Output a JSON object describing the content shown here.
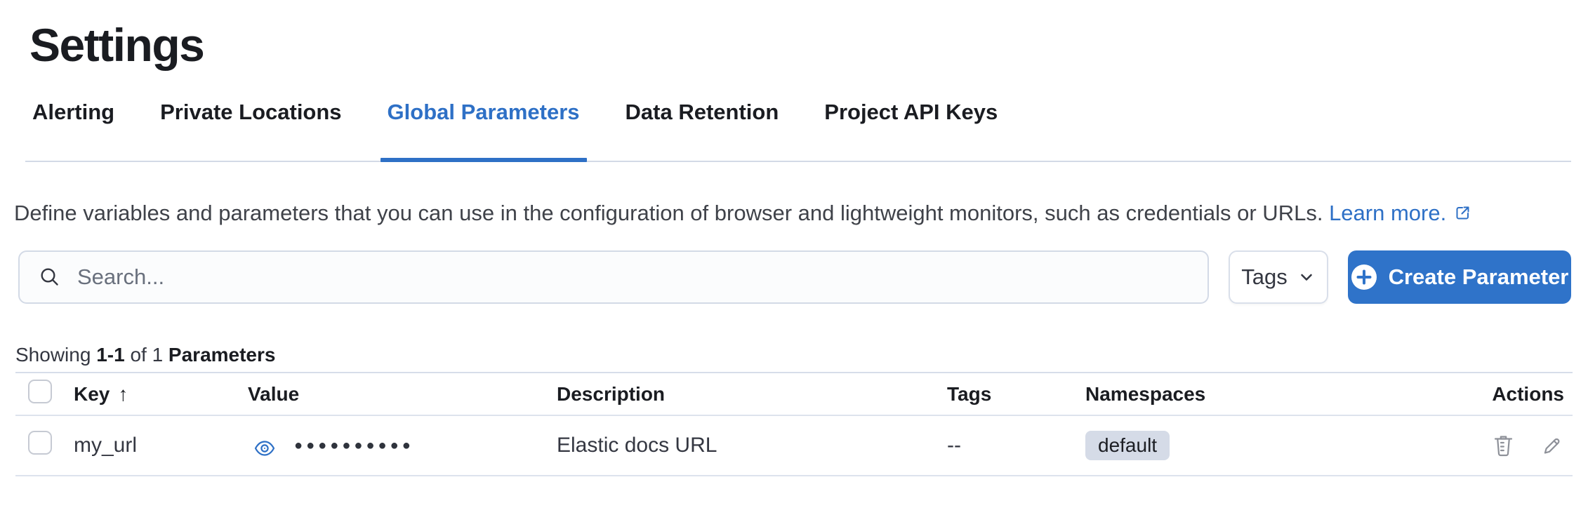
{
  "page": {
    "title": "Settings"
  },
  "tabs": [
    {
      "label": "Alerting",
      "active": false
    },
    {
      "label": "Private Locations",
      "active": false
    },
    {
      "label": "Global Parameters",
      "active": true
    },
    {
      "label": "Data Retention",
      "active": false
    },
    {
      "label": "Project API Keys",
      "active": false
    }
  ],
  "description": {
    "text": "Define variables and parameters that you can use in the configuration of browser and lightweight monitors, such as credentials or URLs.",
    "link_label": "Learn more."
  },
  "toolbar": {
    "search_placeholder": "Search...",
    "search_value": "",
    "tags_filter_label": "Tags",
    "create_button_label": "Create Parameter"
  },
  "summary": {
    "prefix": "Showing",
    "range": "1-1",
    "middle": "of 1",
    "entity": "Parameters"
  },
  "table": {
    "columns": {
      "key": "Key",
      "value": "Value",
      "description": "Description",
      "tags": "Tags",
      "namespaces": "Namespaces",
      "actions": "Actions"
    },
    "sort": {
      "column": "Key",
      "direction": "ascending",
      "arrow": "↑"
    },
    "rows": [
      {
        "key": "my_url",
        "value_masked": "●●●●●●●●●●",
        "description": "Elastic docs URL",
        "tags": "--",
        "namespace": "default"
      }
    ]
  },
  "icons": {
    "search": "search-icon",
    "chevron": "chevron-down-icon",
    "plus": "plus-in-circle-icon",
    "external": "external-link-icon",
    "eye": "eye-icon",
    "trash": "trash-icon",
    "pencil": "pencil-icon"
  },
  "colors": {
    "primary_blue": "#2f73c9",
    "text_dark": "#1a1c21",
    "text_body": "#3f4249",
    "divider": "#d3dae6",
    "badge_bg": "#d5dbe7",
    "icon_grey": "#8e9199"
  }
}
